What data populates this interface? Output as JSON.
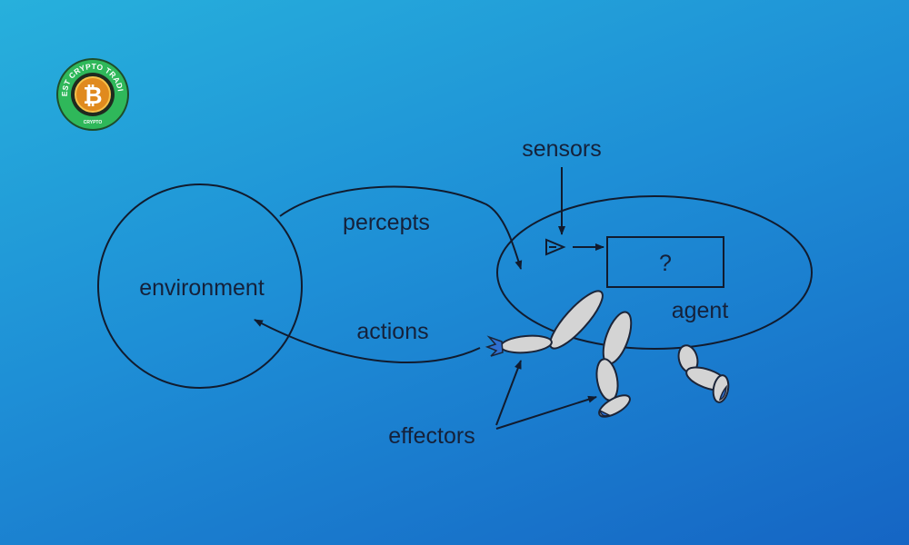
{
  "logo": {
    "ring_text": "THE BEST CRYPTO TRADINGBOT",
    "bottom_text": "CRYPTO",
    "coin_symbol": "₿"
  },
  "diagram": {
    "environment_label": "environment",
    "agent_label": "agent",
    "percepts_label": "percepts",
    "actions_label": "actions",
    "sensors_label": "sensors",
    "effectors_label": "effectors",
    "processor_label": "?"
  },
  "colors": {
    "background_top": "#27b0dc",
    "background_bottom": "#1565c4",
    "line": "#111b2e",
    "limb_fill": "#d4d4d4",
    "logo_ring": "#2fb85a",
    "coin": "#e08a1e"
  }
}
